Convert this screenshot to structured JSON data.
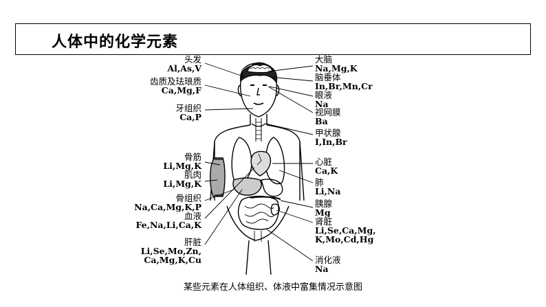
{
  "title": "人体中的化学元素",
  "caption": "某些元素在人体组织、体液中富集情况示意图",
  "labels": {
    "hair": {
      "name": "头发",
      "elements": "Al,As,V"
    },
    "enamel": {
      "name": "齿质及珐琅质",
      "elements": "Ca,Mg,F"
    },
    "teeth": {
      "name": "牙组织",
      "elements": "Ca,P"
    },
    "tendon": {
      "name": "骨筋",
      "elements": "Li,Mg,K"
    },
    "muscle": {
      "name": "肌肉",
      "elements": "Li,Mg,K"
    },
    "bone": {
      "name": "骨组织",
      "elements": "Na,Ca,Mg,K,P"
    },
    "blood": {
      "name": "血液",
      "elements": "Fe,Na,Li,Ca,K"
    },
    "liver": {
      "name": "肝脏",
      "elements": "Li,Se,Mo,Zn,",
      "elements2": "Ca,Mg,K,Cu"
    },
    "brain": {
      "name": "大脑",
      "elements": "Na,Mg,K"
    },
    "pituitary": {
      "name": "脑垂体",
      "elements": "In,Br,Mn,Cr"
    },
    "tears": {
      "name": "眼液",
      "elements": "Na"
    },
    "retina": {
      "name": "视网膜",
      "elements": "Ba"
    },
    "thyroid": {
      "name": "甲状腺",
      "elements": "I,In,Br"
    },
    "heart": {
      "name": "心脏",
      "elements": "Ca,K"
    },
    "lung": {
      "name": "肺",
      "elements": "Li,Na"
    },
    "pancreas": {
      "name": "胰腺",
      "elements": "Mg"
    },
    "kidney": {
      "name": "肾脏",
      "elements": "Li,Se,Ca,Mg,",
      "elements2": "K,Mo,Cd,Hg"
    },
    "digestive": {
      "name": "消化液",
      "elements": "Na"
    }
  }
}
